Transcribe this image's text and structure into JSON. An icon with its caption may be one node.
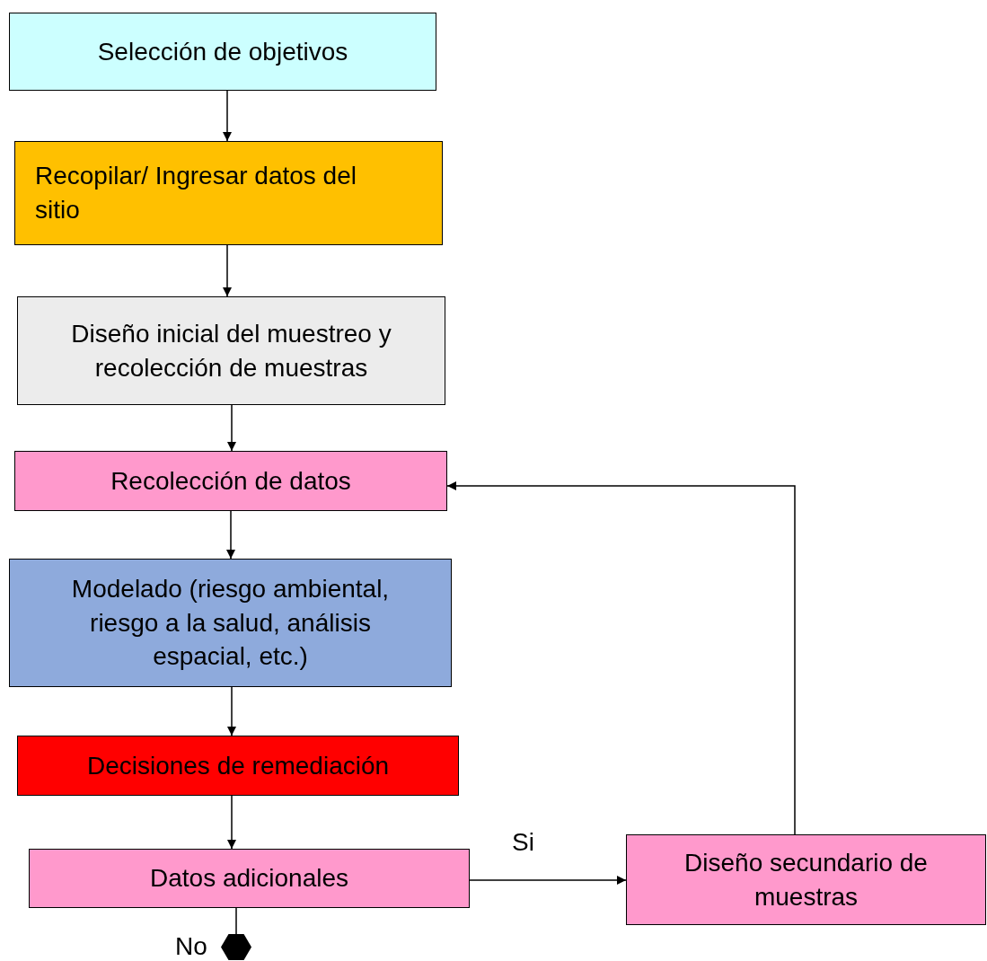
{
  "diagram": {
    "nodes": [
      {
        "text": [
          "Selección de objetivos"
        ]
      },
      {
        "text": [
          "Recopilar/ Ingresar datos del sitio"
        ]
      },
      {
        "text": [
          "Diseño inicial del muestreo y recolección de muestras"
        ]
      },
      {
        "text": [
          "Recolección de datos"
        ]
      },
      {
        "text": [
          "Modelado (riesgo ambiental, riesgo a la salud, análisis espacial, etc.)"
        ]
      },
      {
        "text": [
          "Decisiones de remediación"
        ]
      },
      {
        "text": [
          "Datos adicionales"
        ]
      },
      {
        "text": [
          "Diseño secundario de muestras"
        ]
      },
      {
        "text": [],
        "shape": "hexagon"
      }
    ],
    "edges": [
      {
        "from": 0,
        "to": 1,
        "arrow": "to"
      },
      {
        "from": 1,
        "to": 2,
        "arrow": "to"
      },
      {
        "from": 2,
        "to": 3,
        "arrow": "to"
      },
      {
        "from": 3,
        "to": 4,
        "arrow": "to"
      },
      {
        "from": 4,
        "to": 5,
        "arrow": "to"
      },
      {
        "from": 5,
        "to": 6,
        "arrow": "to"
      },
      {
        "from": 6,
        "to": 7,
        "arrow": "to",
        "label": "Si"
      },
      {
        "from": 7,
        "to": 3,
        "arrow": "to"
      },
      {
        "from": 6,
        "to": 8,
        "arrow": "none",
        "label": "No"
      }
    ]
  }
}
